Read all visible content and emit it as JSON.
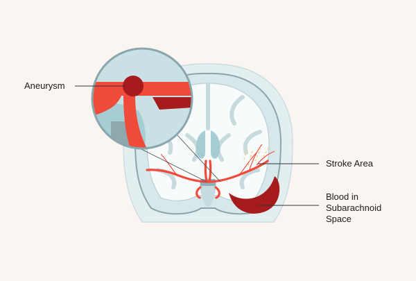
{
  "labels": {
    "aneurysm": "Aneurysm",
    "stroke_area": "Stroke Area",
    "blood_line1": "Blood in",
    "blood_line2": "Subarachnoid",
    "blood_line3": "Space"
  },
  "colors": {
    "background": "#fbf5f2",
    "skull": "#e3eef0",
    "brain_outer": "#d7e8eb",
    "brain_inner": "#f7fbfb",
    "white_matter": "#ddeaec",
    "ventricle": "#a6cdd3",
    "artery": "#ef4a3a",
    "blood": "#a61c1c",
    "leader_line": "#333333",
    "stroke_marks": "#f0d47a"
  }
}
